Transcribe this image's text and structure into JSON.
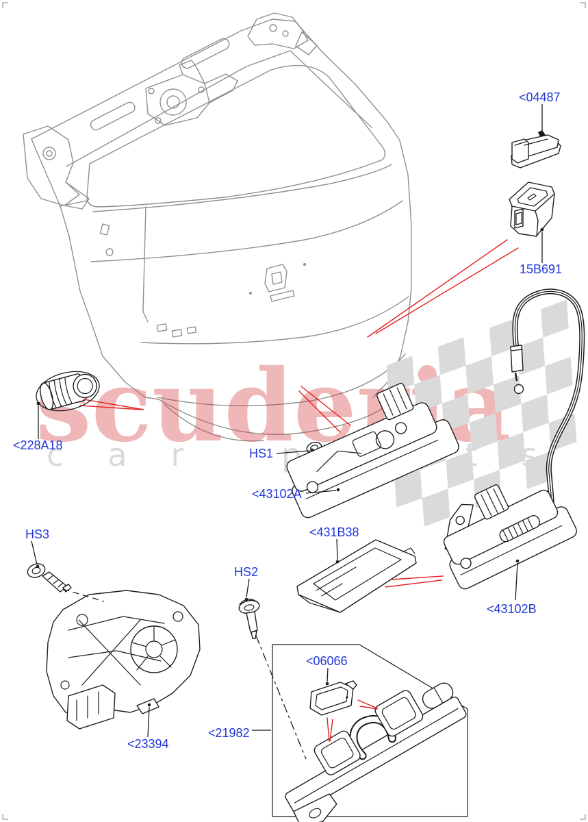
{
  "diagram": {
    "watermark": {
      "brand": "scuderia",
      "subtitle": "car parts"
    },
    "colors": {
      "label_blue": "#1f36d8",
      "pointer_red": "#e51d1d",
      "leader_black": "#1a1a1a",
      "tailgate_line_gray": "#8f8f8f",
      "part_line_dark": "#1c1c1c",
      "watermark_red": "#d64545",
      "watermark_gray": "#d9d9d9",
      "checker_gray": "#dadada",
      "background": "#ffffff"
    },
    "labels": {
      "p04487": {
        "text": "<04487"
      },
      "p15B691": {
        "text": "15B691"
      },
      "p228A18": {
        "text": "<228A18"
      },
      "hs1": {
        "text": "HS1"
      },
      "p43102A": {
        "text": "<43102A"
      },
      "p431B38": {
        "text": "<431B38"
      },
      "p43102B": {
        "text": "<43102B"
      },
      "hs3": {
        "text": "HS3"
      },
      "p23394": {
        "text": "<23394"
      },
      "hs2": {
        "text": "HS2"
      },
      "p06066": {
        "text": "<06066"
      },
      "p21982": {
        "text": "<21982"
      }
    }
  }
}
